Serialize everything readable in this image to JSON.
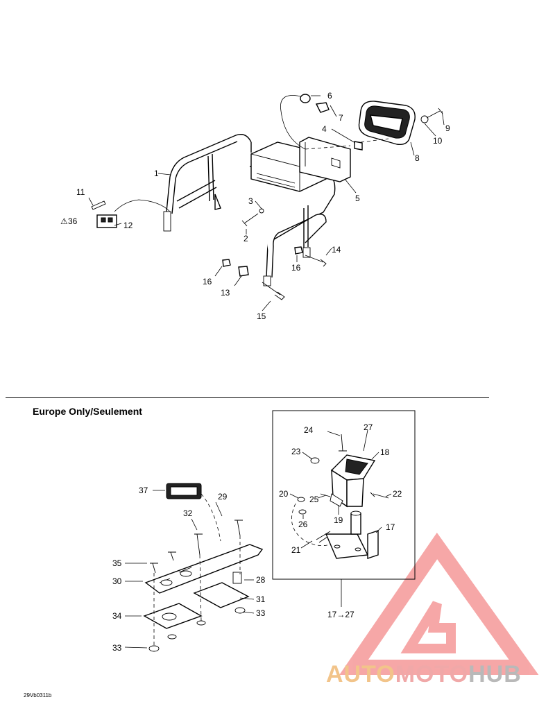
{
  "section": {
    "title": "Europe Only/Seulement",
    "reference_code": "29Vb0311b"
  },
  "kit_label": "17→27",
  "sensitive_mark": "⚠",
  "watermark": {
    "text_a": "AUTO",
    "text_b": "MOTO",
    "text_c": "HUB",
    "colors": {
      "a": "#f2c48a",
      "b": "#f0a8a8",
      "c": "#b9b9b9",
      "triangle": "#f06060"
    }
  },
  "callouts": {
    "c1": "1",
    "c2": "2",
    "c3": "3",
    "c4": "4",
    "c5": "5",
    "c6": "6",
    "c7": "7",
    "c8": "8",
    "c9": "9",
    "c10": "10",
    "c11": "11",
    "c12": "12",
    "c13": "13",
    "c14": "14",
    "c15": "15",
    "c16a": "16",
    "c16b": "16",
    "c17": "17",
    "c18": "18",
    "c19": "19",
    "c20": "20",
    "c21": "21",
    "c22": "22",
    "c23": "23",
    "c24": "24",
    "c25": "25",
    "c26": "26",
    "c27": "27",
    "c28": "28",
    "c29": "29",
    "c30": "30",
    "c31": "31",
    "c32": "32",
    "c33a": "33",
    "c33b": "33",
    "c34": "34",
    "c35": "35",
    "c36": "36",
    "c37": "37"
  }
}
